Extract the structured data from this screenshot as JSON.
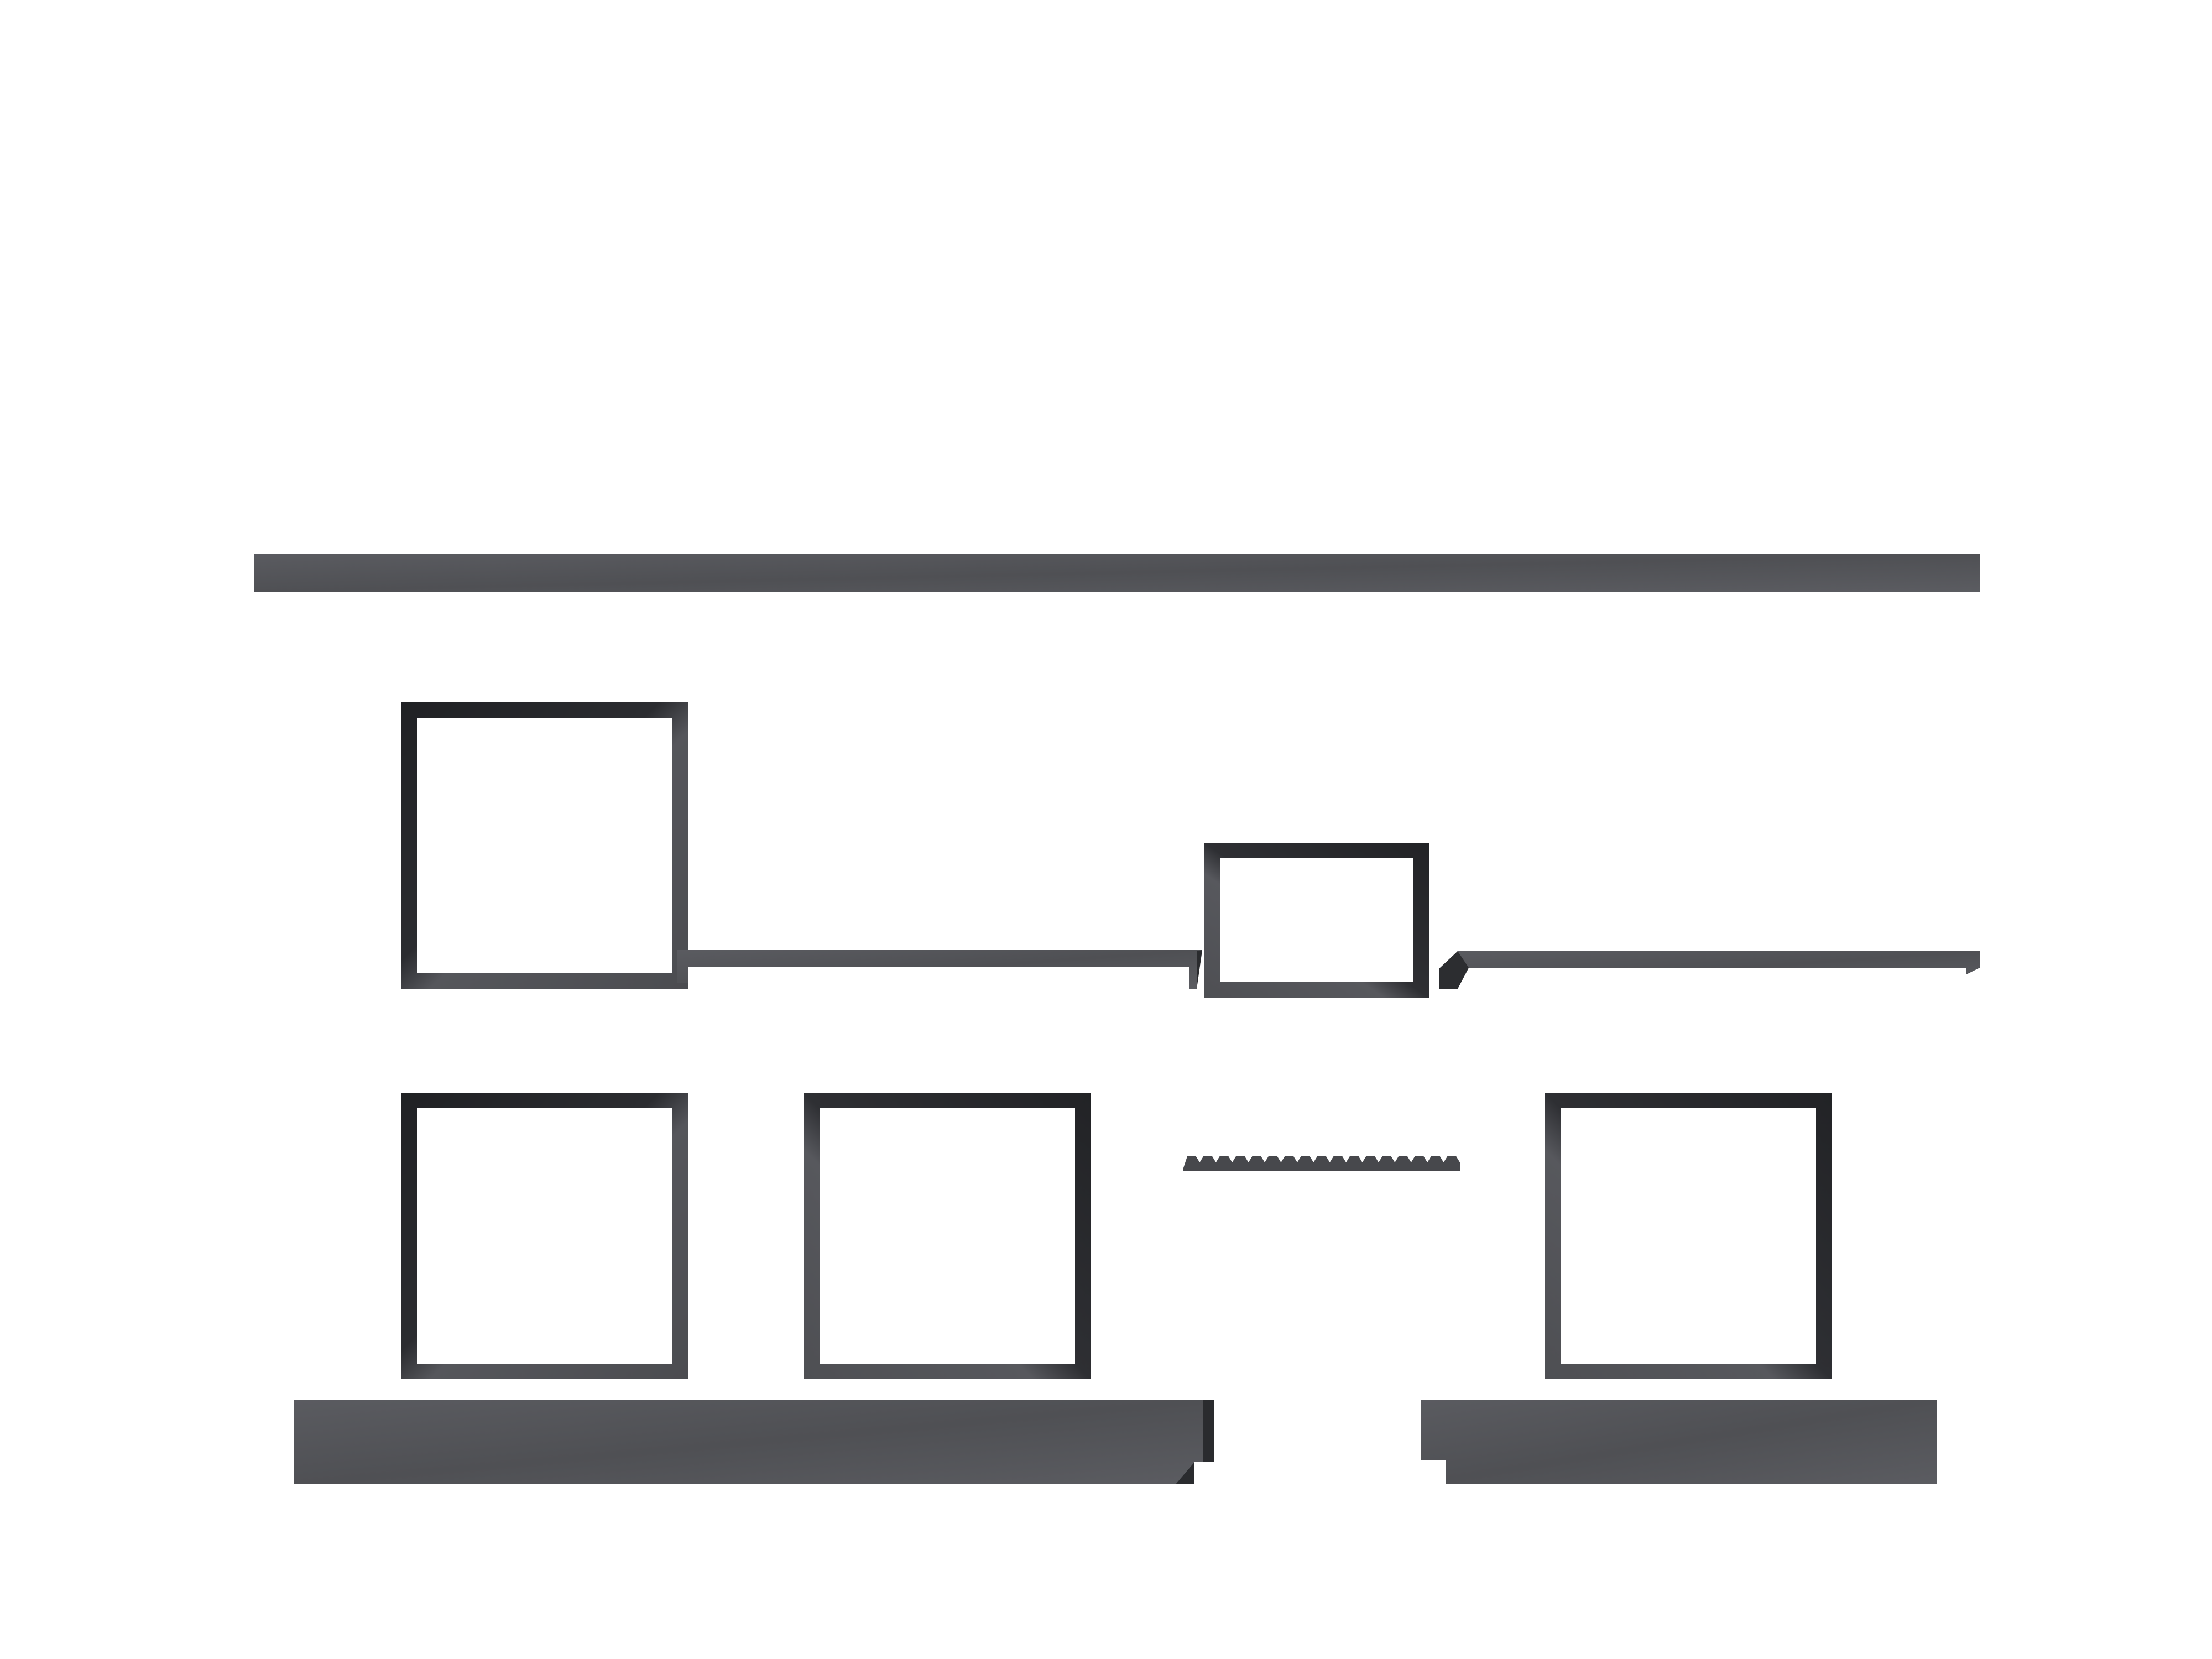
{
  "colors": {
    "background": "#ffffff",
    "panel_fill": "#55565a",
    "frame_stroke": "#4a4b4f",
    "frame_stroke_dark": "#232427",
    "frame_inner": "#ffffff"
  },
  "texture": "brushed-metal",
  "elements": {
    "top_bar": "solid-bar",
    "upper_frames": [
      "square-frame",
      "wide-frame"
    ],
    "upper_connectors": [
      "long-rail",
      "long-rail"
    ],
    "lower_frames": [
      "square-frame",
      "square-frame",
      "square-frame"
    ],
    "lower_connector": "serrated-strip",
    "bottom_blocks": [
      "long-block",
      "short-block"
    ]
  }
}
